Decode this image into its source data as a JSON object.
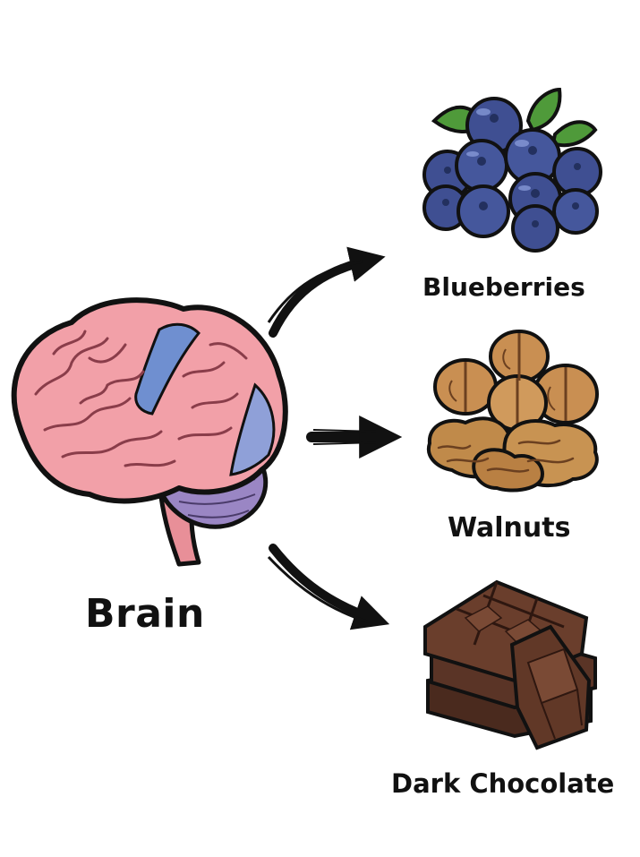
{
  "diagram": {
    "source_label": "Brain",
    "targets": [
      {
        "label": "Blueberries",
        "icon": "blueberries-icon"
      },
      {
        "label": "Walnuts",
        "icon": "walnuts-icon"
      },
      {
        "label": "Dark Chocolate",
        "icon": "dark-chocolate-icon"
      }
    ]
  },
  "colors": {
    "outline": "#111111",
    "brain_pink": "#f2a0a8",
    "brain_blue": "#6f8fd0",
    "brain_purple": "#9a86c4",
    "blueberry": "#3f4f92",
    "leaf": "#4f9a3a",
    "walnut": "#c98f52",
    "chocolate": "#5a3426"
  }
}
